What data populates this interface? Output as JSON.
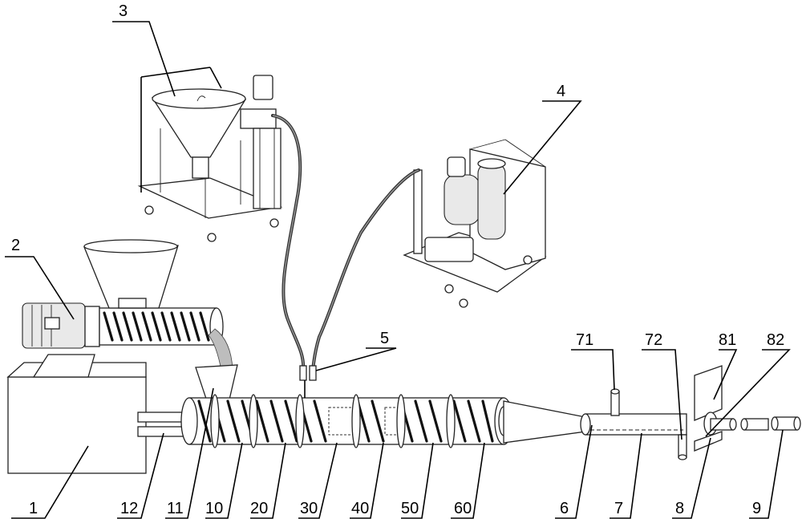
{
  "labels": {
    "l1": "1",
    "l2": "2",
    "l3": "3",
    "l4": "4",
    "l5": "5",
    "l6": "6",
    "l7": "7",
    "l8": "8",
    "l9": "9",
    "l10": "10",
    "l11": "11",
    "l12": "12",
    "l20": "20",
    "l30": "30",
    "l40": "40",
    "l50": "50",
    "l60": "60",
    "l71": "71",
    "l72": "72",
    "l81": "81",
    "l82": "82"
  }
}
